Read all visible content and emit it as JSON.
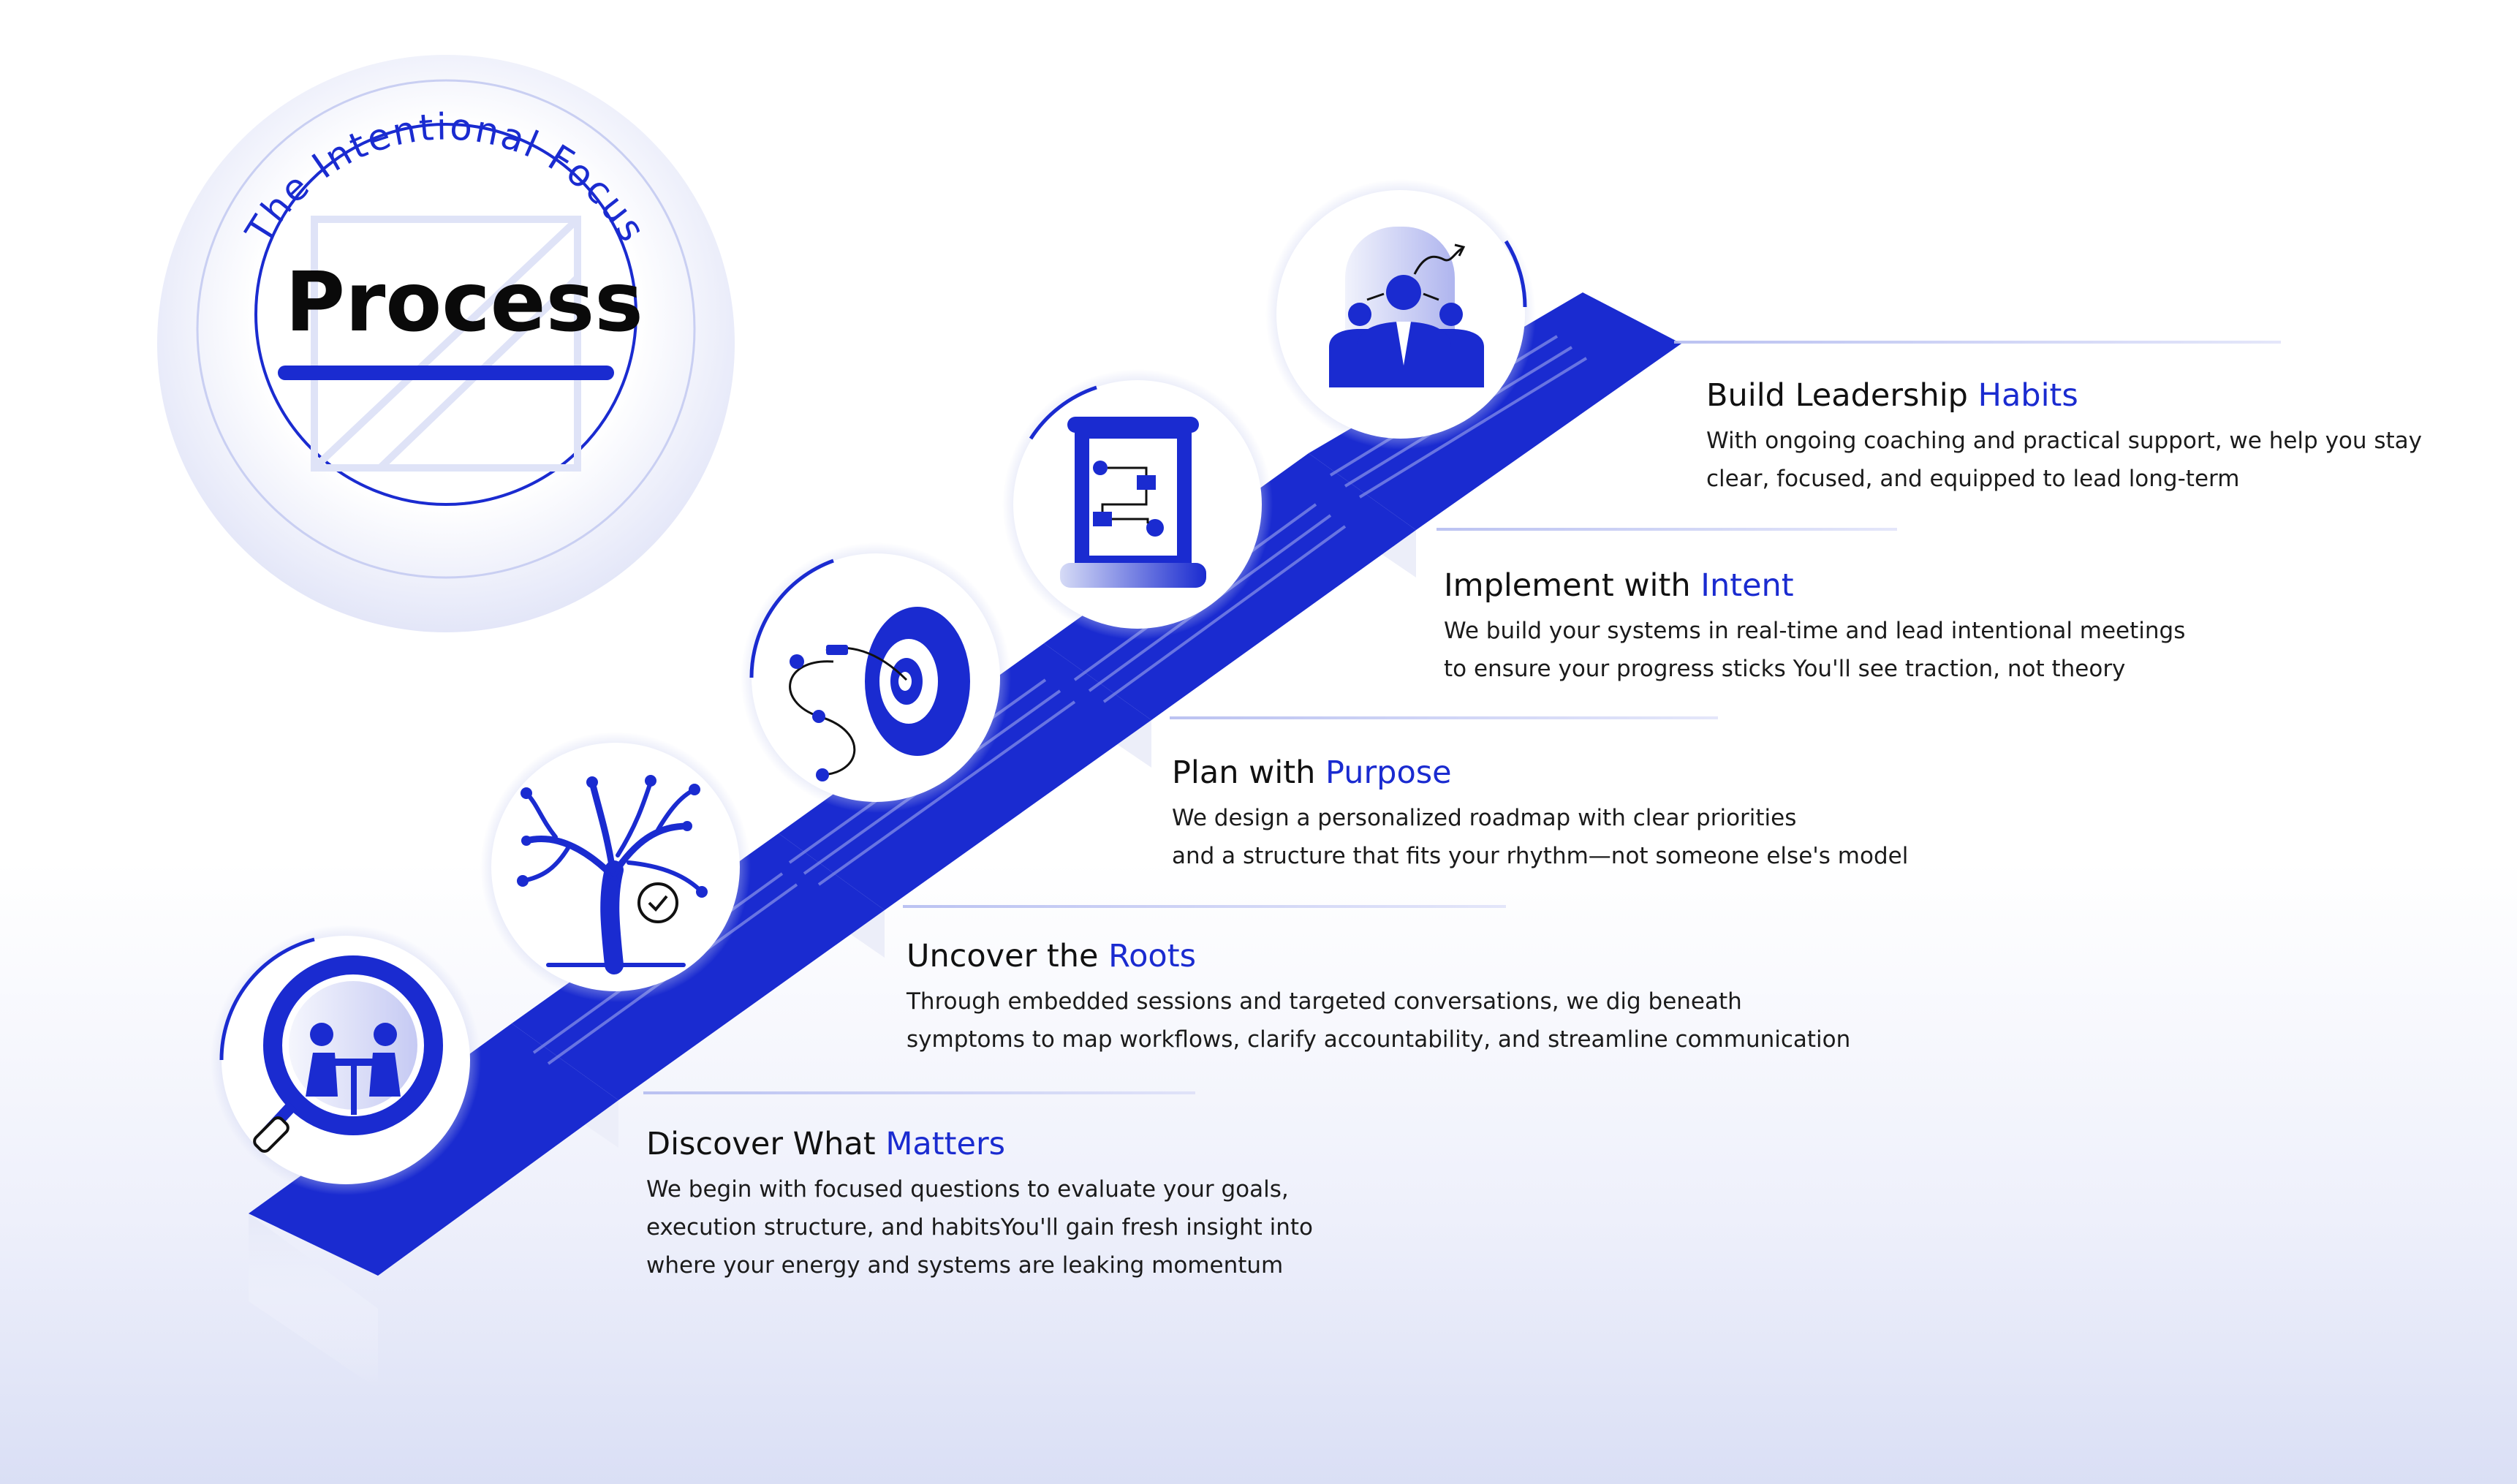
{
  "badge": {
    "subtitle": "The Intentional Focus",
    "title": "Process"
  },
  "colors": {
    "accent": "#1a2bd0",
    "text": "#111111",
    "background_bottom": "#dadff5"
  },
  "steps": [
    {
      "title_plain": "Discover What ",
      "title_highlight": "Matters",
      "desc_lines": [
        "We begin with focused questions to evaluate your goals,",
        "execution structure, and habitsYou'll gain fresh insight into",
        "where your energy and systems are leaking momentum"
      ],
      "icon": "magnifier-meeting-icon"
    },
    {
      "title_plain": "Uncover the ",
      "title_highlight": "Roots",
      "desc_lines": [
        "Through embedded sessions and targeted conversations, we dig beneath",
        "symptoms to map workflows, clarify accountability, and streamline communication"
      ],
      "icon": "tree-roots-icon"
    },
    {
      "title_plain": "Plan with ",
      "title_highlight": "Purpose",
      "desc_lines": [
        "We design a personalized roadmap with clear priorities",
        "and a structure that fits your rhythm—not someone else's model"
      ],
      "icon": "target-path-icon"
    },
    {
      "title_plain": "Implement with ",
      "title_highlight": "Intent",
      "desc_lines": [
        "We build your systems in real-time and lead intentional meetings",
        "to ensure your progress sticks You'll see traction, not theory"
      ],
      "icon": "flowchart-scroll-icon"
    },
    {
      "title_plain": "Build Leadership ",
      "title_highlight": "Habits",
      "desc_lines": [
        "With ongoing coaching and practical support, we help you stay",
        "clear, focused, and equipped to lead long-term"
      ],
      "icon": "leader-team-icon"
    }
  ]
}
